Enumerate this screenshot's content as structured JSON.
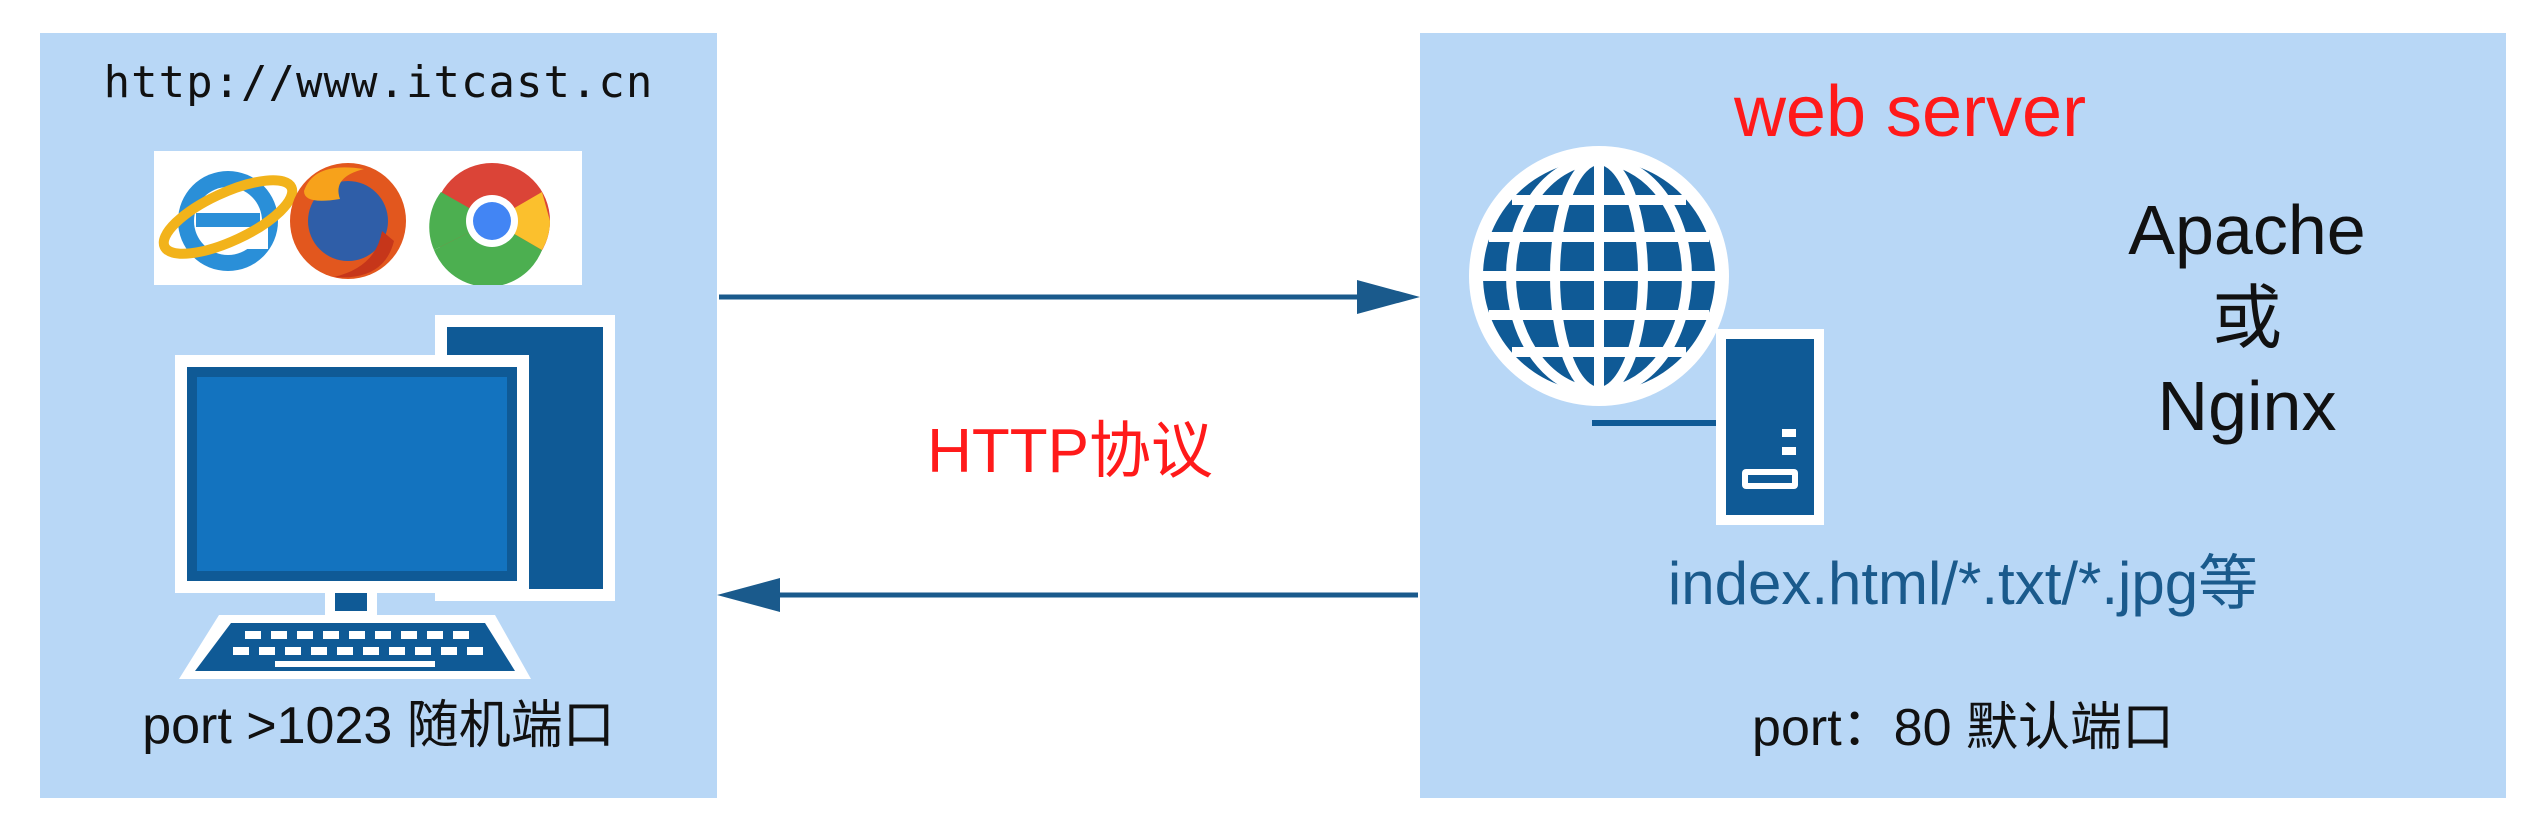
{
  "client": {
    "url": "http://www.itcast.cn",
    "browser_icons": [
      "internet-explorer-icon",
      "firefox-icon",
      "chrome-icon"
    ],
    "computer_icon": "desktop-computer-icon",
    "port_label": "port  >1023  随机端口"
  },
  "protocol": {
    "label": "HTTP协议"
  },
  "server": {
    "title": "web server",
    "software": "Apache\n或\nNginx",
    "globe_icon": "globe-icon",
    "server_icon": "server-icon",
    "files": "index.html/*.txt/*.jpg等",
    "port_label": "port：80  默认端口"
  },
  "colors": {
    "panel": "#b8d7f6",
    "arrow": "#1a5a8c",
    "accent_red": "#ff1a1a",
    "icon_blue": "#0f5a96"
  }
}
